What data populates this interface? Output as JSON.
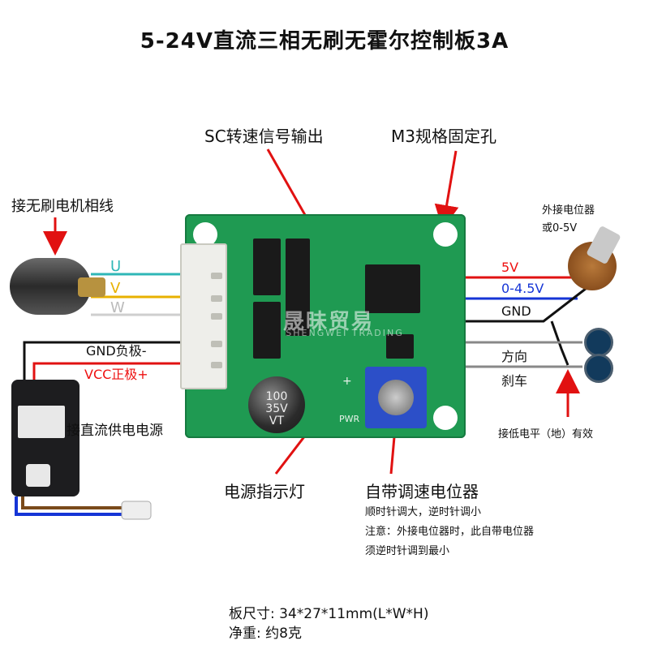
{
  "title": "5-24V直流三相无刷无霍尔控制板3A",
  "labels": {
    "sc_signal": "SC转速信号输出",
    "m3_hole": "M3规格固定孔",
    "motor_phase": "接无刷电机相线",
    "external_pot_line1": "外接电位器",
    "external_pot_line2": "或0-5V",
    "u": "U",
    "v": "V",
    "w": "W",
    "gnd_neg": "GND负极-",
    "vcc_pos": "VCC正极+",
    "dc_supply": "接直流供电电源",
    "pin_5v": "5V",
    "pin_045v": "0-4.5V",
    "pin_gnd": "GND",
    "pin_dir": "方向",
    "pin_brake": "刹车",
    "low_level": "接低电平（地）有效",
    "power_led": "电源指示灯",
    "onboard_pot": "自带调速电位器",
    "pot_note1": "顺时针调大，逆时针调小",
    "pot_note2": "注意：外接电位器时，此自带电位器",
    "pot_note3": "须逆时针调到最小"
  },
  "board": {
    "capacitor_line1": "100",
    "capacitor_line2": "35V",
    "capacitor_line3": "VT",
    "pwr_silk": "PWR",
    "plus_silk": "+"
  },
  "watermark": {
    "text": "晟昧贸易",
    "sub": "SHENGWEI TRADING"
  },
  "specs": {
    "size": "板尺寸: 34*27*11mm(L*W*H)",
    "weight": "净重: 约8克"
  },
  "colors": {
    "arrow": "#e11111",
    "wire_u": "#2fb7b7",
    "wire_v": "#e8b100",
    "wire_w": "#cfcfcf",
    "wire_5v": "#e11111",
    "wire_045v": "#1535d6",
    "wire_black": "#111111",
    "wire_grey": "#888888",
    "board": "#1f9a52"
  }
}
